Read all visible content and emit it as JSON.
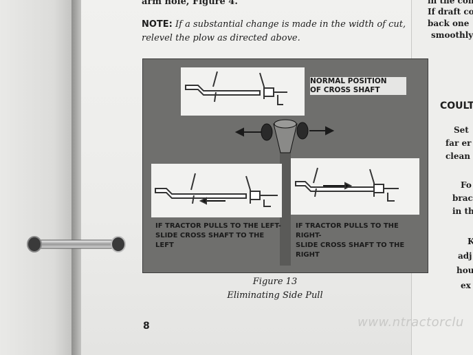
{
  "page": {
    "top_line": "arm hole, Figure 4.",
    "note_label": "NOTE:",
    "note_text": "If a substantial change is made in the width of cut, relevel the plow as directed above.",
    "page_number": "8",
    "watermark": "www.ntractorclu"
  },
  "figure": {
    "label_top_line1": "NORMAL POSITION",
    "label_top_line2": "OF CROSS SHAFT",
    "label_left_line1": "IF TRACTOR PULLS TO THE LEFT-",
    "label_left_line2": "SLIDE CROSS SHAFT TO THE LEFT",
    "label_right_line1": "IF TRACTOR PULLS TO THE RIGHT-",
    "label_right_line2": "SLIDE CROSS SHAFT TO THE RIGHT",
    "caption_line1": "Figure 13",
    "caption_line2": "Eliminating Side Pull"
  },
  "next_page": {
    "line1": "in the con",
    "line2": "If draft co",
    "line3": "back one",
    "line4": "smoothly",
    "heading": "COULT",
    "b1": "Set",
    "b2": "far er",
    "b3": "clean",
    "b4": "Fo",
    "b5": "brac",
    "b6": "in th",
    "b7": "K",
    "b8": "adj",
    "b9": "hou",
    "b10": "ex"
  }
}
